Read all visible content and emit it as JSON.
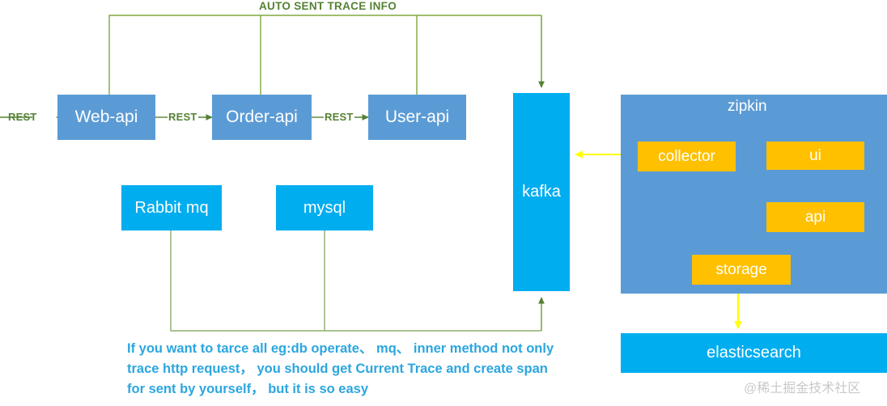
{
  "diagram": {
    "title_banner": "AUTO SENT TRACE INFO",
    "colors": {
      "service_blue": "#5B9BD5",
      "broker_cyan": "#00ADEF",
      "component_orange": "#FFC000",
      "trace_line_green": "#70AD47",
      "zipkin_arrow_yellow": "#FFFF00",
      "note_blue": "#2BA6E0"
    },
    "services": [
      {
        "label": "Web-api"
      },
      {
        "label": "Order-api"
      },
      {
        "label": "User-api"
      }
    ],
    "edge_labels": [
      {
        "label": "REST"
      },
      {
        "label": "REST"
      },
      {
        "label": "REST"
      }
    ],
    "datastores": [
      {
        "label": "Rabbit mq"
      },
      {
        "label": "mysql"
      }
    ],
    "broker": {
      "label": "kafka"
    },
    "zipkin": {
      "title": "zipkin",
      "components": [
        {
          "label": "collector"
        },
        {
          "label": "ui"
        },
        {
          "label": "api"
        },
        {
          "label": "storage"
        }
      ]
    },
    "backing_store": {
      "label": "elasticsearch"
    },
    "note": "If you want to tarce all eg:db operate、 mq、 inner method not only\ntrace http request， you should get Current Trace and create span\nfor sent by yourself， but it is so easy",
    "watermark": "@稀土掘金技术社区"
  }
}
